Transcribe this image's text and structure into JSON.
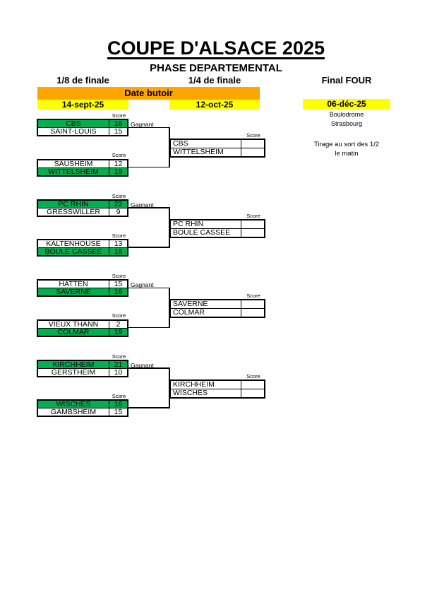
{
  "title": "COUPE D'ALSACE 2025",
  "subtitle": "PHASE DEPARTEMENTAL",
  "columns": {
    "round1": "1/8 de finale",
    "round2": "1/4 de finale",
    "final": "Final FOUR"
  },
  "date_header": "Date butoir",
  "dates": {
    "round1": "14-sept-25",
    "round2": "12-oct-25",
    "final": "06-déc-25"
  },
  "final_info": {
    "venue": "Boulodrome",
    "city": "Strasbourg",
    "note_line1": "Tirage au sort des 1/2",
    "note_line2": "le matin"
  },
  "labels": {
    "score": "Score",
    "winner": "Gagnant"
  },
  "colors": {
    "winner_green": "#00B050",
    "date_orange": "#FFA500",
    "date_yellow": "#FFFF00"
  },
  "brackets": [
    {
      "match1": {
        "team1": {
          "name": "CBS",
          "score": "16",
          "winner": true
        },
        "team2": {
          "name": "SAINT-LOUIS",
          "score": "15",
          "winner": false
        }
      },
      "match2": {
        "team1": {
          "name": "SAUSHEIM",
          "score": "12",
          "winner": false
        },
        "team2": {
          "name": "WITTELSHEIM",
          "score": "19",
          "winner": true
        }
      },
      "quarter": {
        "team1": "CBS",
        "team2": "WITTELSHEIM",
        "score1": "",
        "score2": ""
      }
    },
    {
      "match1": {
        "team1": {
          "name": "PC RHIN",
          "score": "22",
          "winner": true
        },
        "team2": {
          "name": "GRESSWILLER",
          "score": "9",
          "winner": false
        }
      },
      "match2": {
        "team1": {
          "name": "KALTENHOUSE",
          "score": "13",
          "winner": false
        },
        "team2": {
          "name": "BOULE CASSEE",
          "score": "18",
          "winner": true
        }
      },
      "quarter": {
        "team1": "PC RHIN",
        "team2": "BOULE CASSEE",
        "score1": "",
        "score2": ""
      }
    },
    {
      "match1": {
        "team1": {
          "name": "HATTEN",
          "score": "15",
          "winner": false
        },
        "team2": {
          "name": "SAVERNE",
          "score": "16",
          "winner": true
        }
      },
      "match2": {
        "team1": {
          "name": "VIEUX THANN",
          "score": "2",
          "winner": false
        },
        "team2": {
          "name": "COLMAR",
          "score": "19",
          "winner": true
        }
      },
      "quarter": {
        "team1": "SAVERNE",
        "team2": "COLMAR",
        "score1": "",
        "score2": ""
      }
    },
    {
      "match1": {
        "team1": {
          "name": "KIRCHHEIM",
          "score": "21",
          "winner": true
        },
        "team2": {
          "name": "GERSTHEIM",
          "score": "10",
          "winner": false
        }
      },
      "match2": {
        "team1": {
          "name": "WISCHES",
          "score": "16",
          "winner": true
        },
        "team2": {
          "name": "GAMBSHEIM",
          "score": "15",
          "winner": false
        }
      },
      "quarter": {
        "team1": "KIRCHHEIM",
        "team2": "WISCHES",
        "score1": "",
        "score2": ""
      }
    }
  ]
}
